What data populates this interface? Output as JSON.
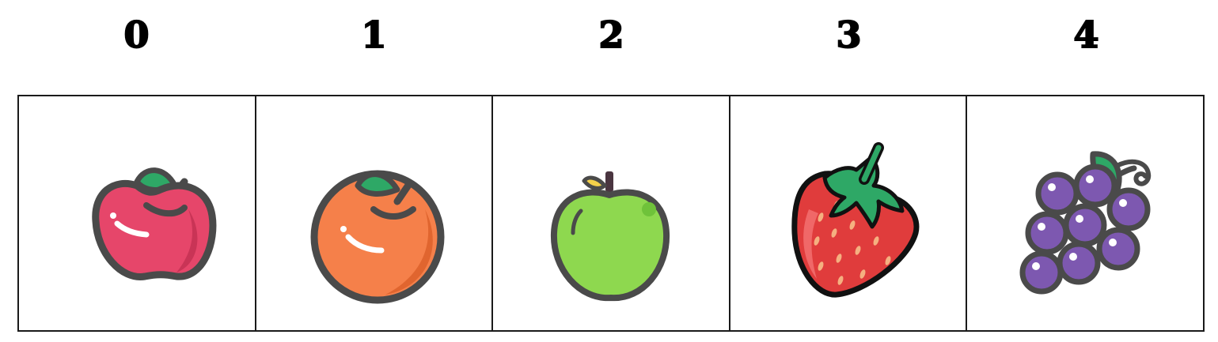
{
  "indices": [
    "0",
    "1",
    "2",
    "3",
    "4"
  ],
  "items": [
    {
      "icon": "red-apple-icon",
      "color": "#e6466a"
    },
    {
      "icon": "orange-icon",
      "color": "#f5804a"
    },
    {
      "icon": "green-apple-icon",
      "color": "#8ed84f"
    },
    {
      "icon": "strawberry-icon",
      "color": "#e03c3c"
    },
    {
      "icon": "grapes-icon",
      "color": "#7d58b0"
    }
  ],
  "colors": {
    "outline": "#4a4a4a",
    "leaf": "#2ea866",
    "border": "#1a1a1a"
  }
}
